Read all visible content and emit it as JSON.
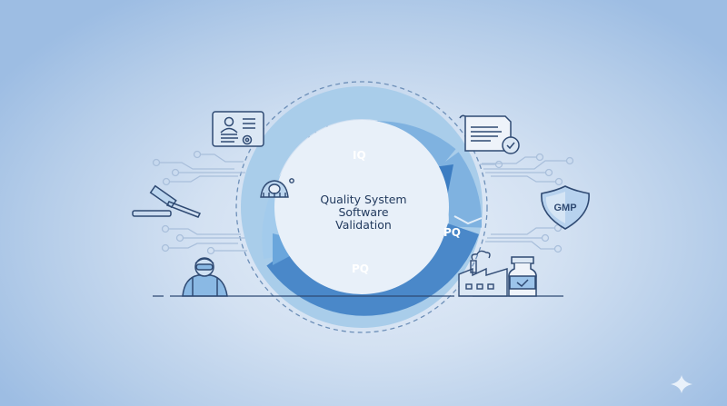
{
  "diagram": {
    "title_lines": [
      "Quality System",
      "Software",
      "Validation"
    ],
    "cycle_segments": [
      {
        "label": "IQ",
        "position": "top"
      },
      {
        "label": "PQ",
        "position": "right"
      },
      {
        "label": "PQ",
        "position": "bottom"
      }
    ],
    "icons": {
      "top_left": "personnel-document-icon",
      "left": "gavel-icon",
      "bottom_left": "worker-in-mask-icon",
      "top_right": "certificate-document-icon",
      "right": "gmp-shield-icon",
      "right_label": "GMP",
      "bottom_right_factory": "factory-icon",
      "bottom_right_bottle": "medicine-bottle-icon",
      "ring_icon": "cleanroom-operator-icon",
      "corner": "sparkle-icon"
    },
    "colors": {
      "background_light": "#e6eef8",
      "background_edge": "#9dbde3",
      "ring_light": "#8fbde3",
      "ring_mid": "#5b9bd5",
      "ring_dark": "#3f7fc2",
      "line_art": "#2f4a73",
      "circuit_lines": "#9fb8d6",
      "text_dark": "#223a5e"
    }
  }
}
